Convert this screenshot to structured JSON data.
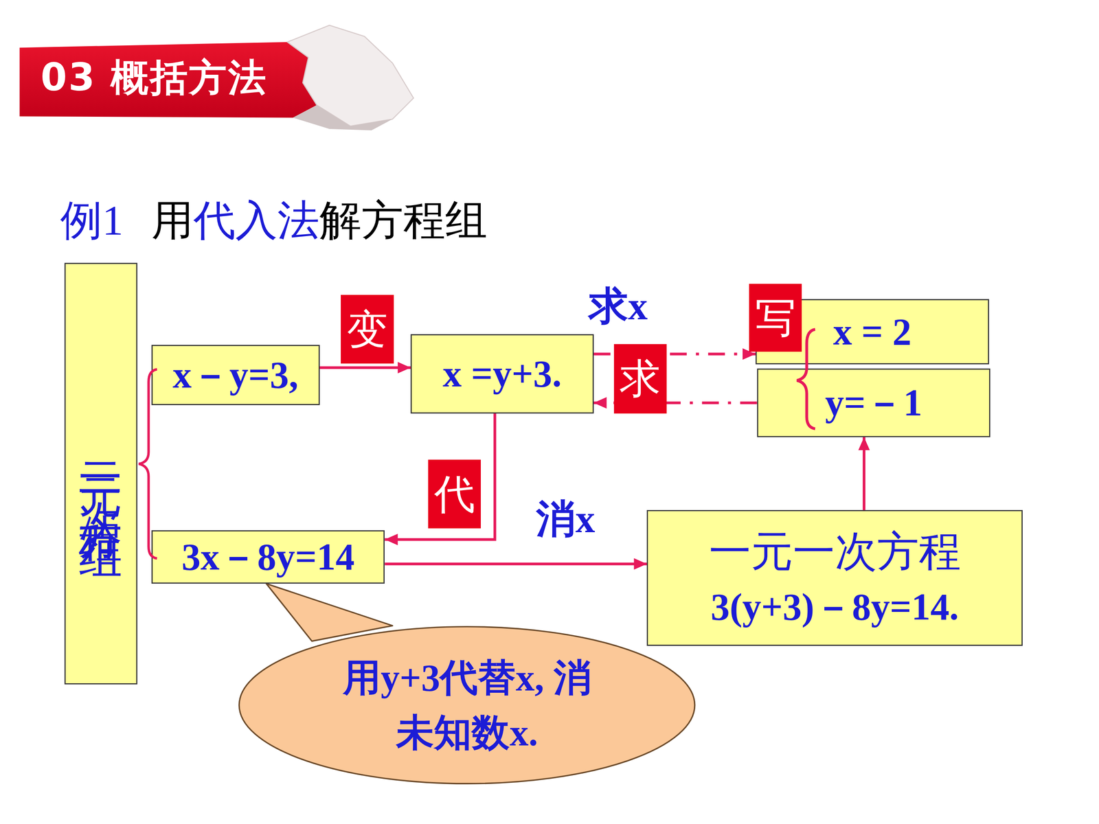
{
  "diagram": {
    "title": "03 概括方法",
    "nodes": [
      {
        "text": [
          "二元一次方程组"
        ]
      },
      {
        "text": [
          "x－y=3,"
        ]
      },
      {
        "text": [
          "3x－8y=14"
        ]
      },
      {
        "text": [
          "变"
        ]
      },
      {
        "text": [
          "x =y+3."
        ]
      },
      {
        "text": [
          "代"
        ]
      },
      {
        "text": [
          "求"
        ]
      },
      {
        "text": [
          "写"
        ]
      },
      {
        "text": [
          "x = 2"
        ]
      },
      {
        "text": [
          "y=－1"
        ]
      },
      {
        "text": [
          "一元一次方程",
          "3(y+3)－8y=14."
        ]
      },
      {
        "text": [
          "用y+3代替x, 消未知数x."
        ]
      }
    ],
    "edges": [
      {
        "from": 1,
        "to": 4,
        "arrow": "to"
      },
      {
        "from": 4,
        "to": 2,
        "arrow": "to"
      },
      {
        "from": 2,
        "to": 10,
        "label": "消x",
        "arrow": "to"
      },
      {
        "from": 10,
        "to": 9,
        "arrow": "to"
      },
      {
        "from": 9,
        "to": 4,
        "arrow": "to"
      },
      {
        "from": 4,
        "to": 8,
        "label": "求x",
        "arrow": "to"
      }
    ],
    "labels": [
      "例1",
      "用",
      "代入法",
      "解方程组"
    ]
  }
}
